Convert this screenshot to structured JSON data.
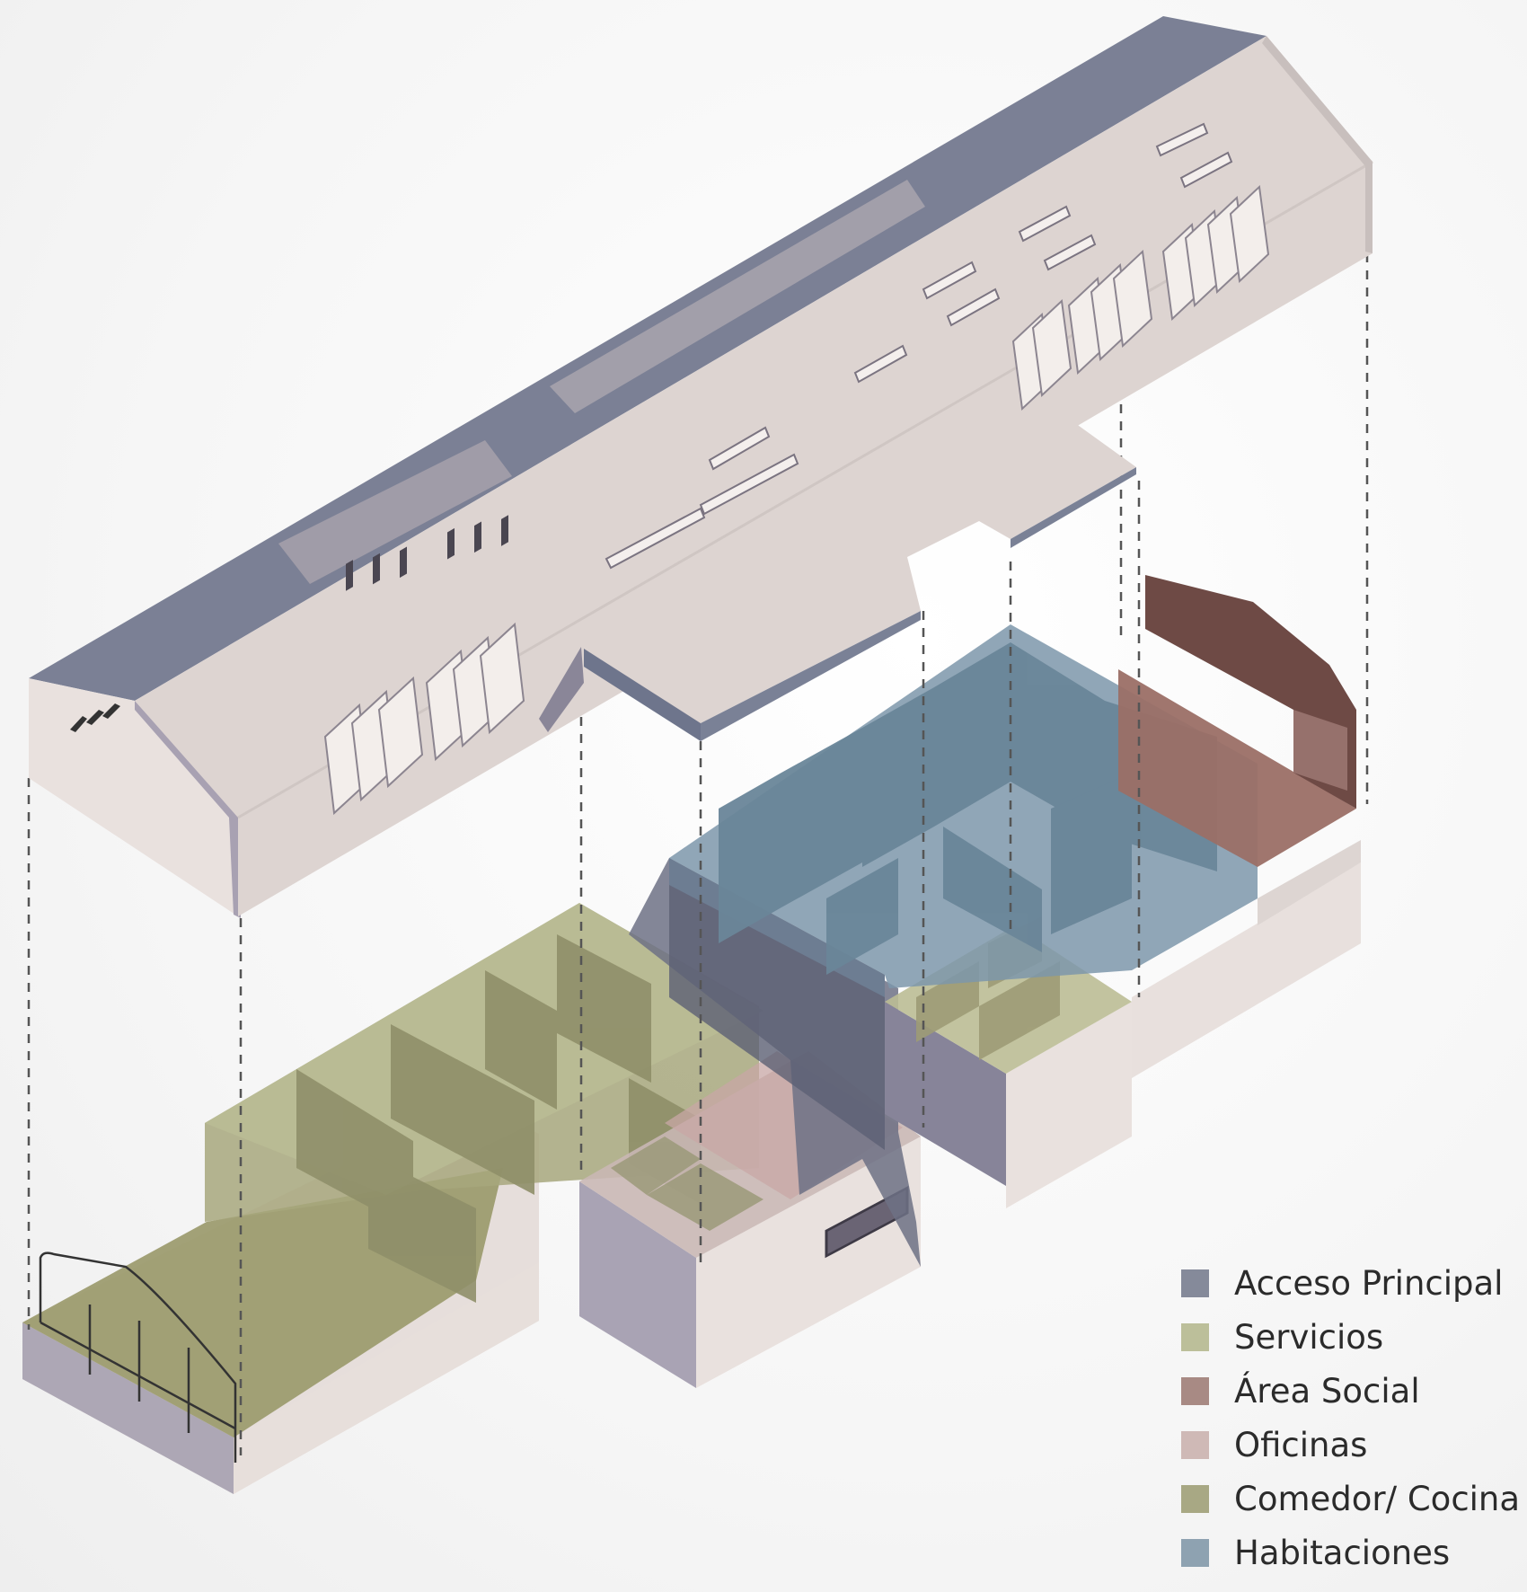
{
  "colors": {
    "roof_top": "#ddd4d1",
    "roof_side": "#7e8498",
    "wall_light": "#e8e0dd",
    "wall_shade": "#a8a2b0",
    "dash": "#555555"
  },
  "legend": [
    {
      "icon": "acceso-swatch",
      "label": "Acceso Principal",
      "color": "#858a9a"
    },
    {
      "icon": "servicios-swatch",
      "label": "Servicios",
      "color": "#bcbf9a"
    },
    {
      "icon": "social-swatch",
      "label": "Área Social",
      "color": "#a88a84"
    },
    {
      "icon": "oficinas-swatch",
      "label": "Oficinas",
      "color": "#cfb9b6"
    },
    {
      "icon": "comedor-swatch",
      "label": "Comedor/ Cocina",
      "color": "#a8a884"
    },
    {
      "icon": "habitaciones-swatch",
      "label": "Habitaciones",
      "color": "#8ea2b1"
    }
  ]
}
